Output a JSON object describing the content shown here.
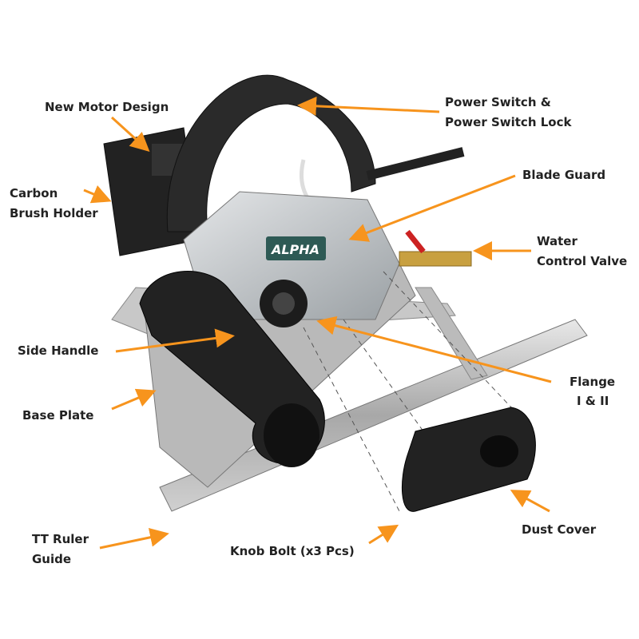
{
  "accent_color": "#f7941d",
  "logo": {
    "brand": "ALPHA"
  },
  "labels": {
    "motor": "New  Motor Design",
    "switch_1": "Power  Switch  &",
    "switch_2": "Power Switch  Lock",
    "carbon_1": "Carbon",
    "carbon_2": "Brush Holder",
    "blade_guard": "Blade Guard",
    "water_1": "Water",
    "water_2": "Control Valve",
    "side_handle": "Side Handle",
    "flange_1": "Flange",
    "flange_2": "I & II",
    "base_plate": "Base  Plate",
    "ruler_1": "TT Ruler",
    "ruler_2": "Guide",
    "knob_bolt": "Knob Bolt (x3  Pcs)",
    "dust_cover": "Dust Cover"
  }
}
